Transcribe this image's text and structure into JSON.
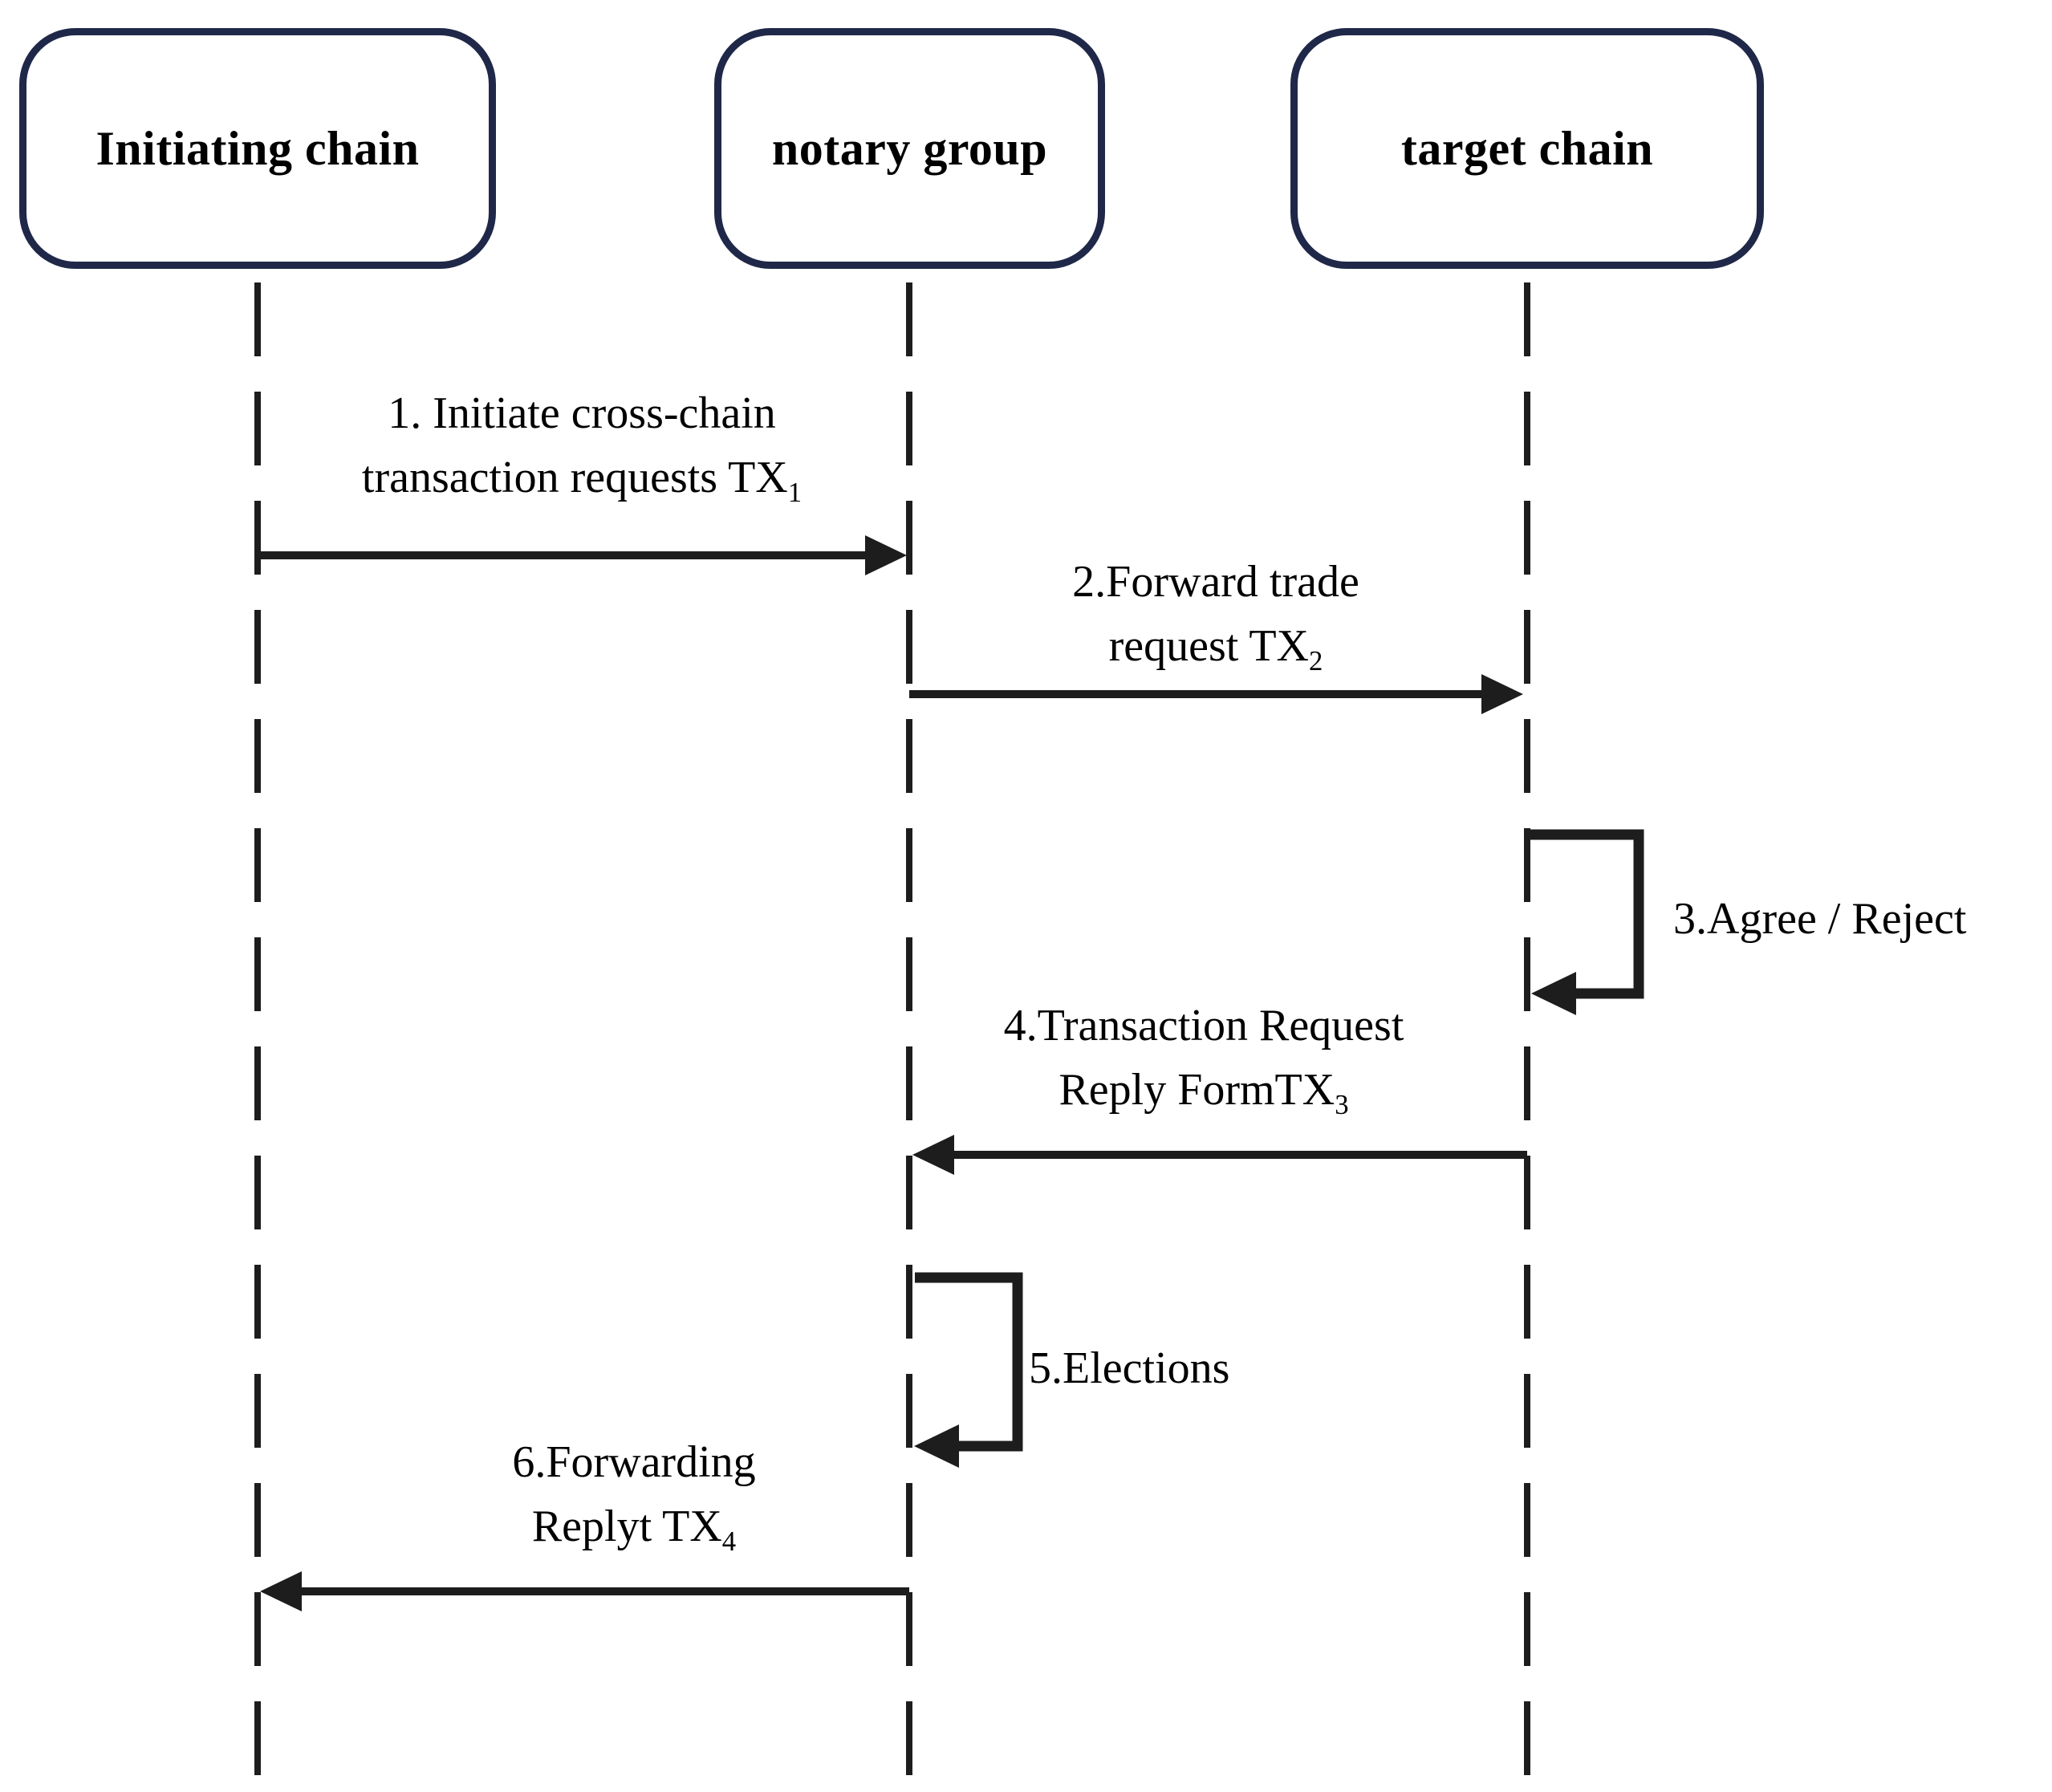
{
  "diagram": {
    "type": "sequence-diagram",
    "actors": {
      "initiating": {
        "label": "Initiating chain"
      },
      "notary": {
        "label": "notary group"
      },
      "target": {
        "label": "target chain"
      }
    },
    "messages": {
      "m1": {
        "from": "initiating",
        "to": "notary",
        "line1": "1. Initiate cross-chain",
        "line2": "transaction requests TX",
        "sub": "1"
      },
      "m2": {
        "from": "notary",
        "to": "target",
        "line1": "2.Forward trade",
        "line2": "request TX",
        "sub": "2"
      },
      "m3": {
        "from": "target",
        "to": "target",
        "label": "3.Agree / Reject"
      },
      "m4": {
        "from": "target",
        "to": "notary",
        "line1": "4.Transaction Request",
        "line2": "Reply FormTX",
        "sub": "3"
      },
      "m5": {
        "from": "notary",
        "to": "notary",
        "label": "5.Elections"
      },
      "m6": {
        "from": "notary",
        "to": "initiating",
        "line1": "6.Forwarding",
        "line2": "Replyt TX",
        "sub": "4"
      }
    },
    "colors": {
      "background": "#ffffff",
      "actor_box_border": "#1f2848",
      "line": "#1d1d1d",
      "text": "#000000"
    }
  }
}
